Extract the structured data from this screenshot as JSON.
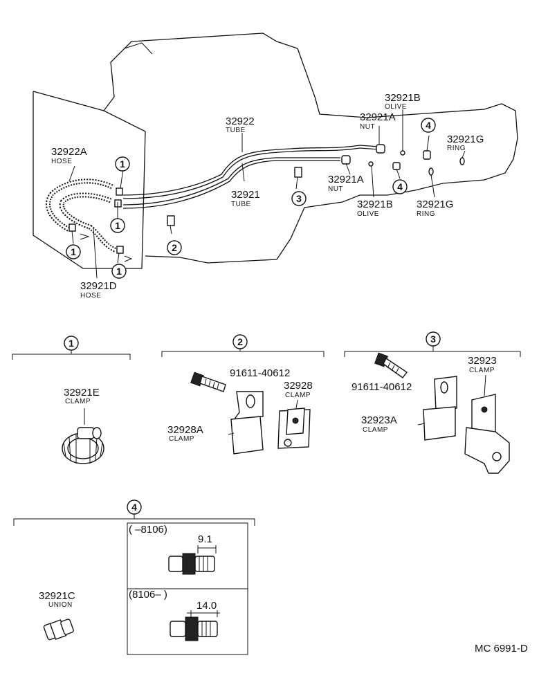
{
  "diagram": {
    "code": "MC 6991-D",
    "overview": {
      "labels": [
        {
          "id": "p32922",
          "part": "32922",
          "sub": "TUBE"
        },
        {
          "id": "p32921",
          "part": "32921",
          "sub": "TUBE"
        },
        {
          "id": "p32922A",
          "part": "32922A",
          "sub": "HOSE"
        },
        {
          "id": "p32921D",
          "part": "32921D",
          "sub": "HOSE"
        },
        {
          "id": "p32921A_top",
          "part": "32921A",
          "sub": "NUT"
        },
        {
          "id": "p32921A_bot",
          "part": "32921A",
          "sub": "NUT"
        },
        {
          "id": "p32921B_top",
          "part": "32921B",
          "sub": "OLIVE"
        },
        {
          "id": "p32921B_bot",
          "part": "32921B",
          "sub": "OLIVE"
        },
        {
          "id": "p32921G_top",
          "part": "32921G",
          "sub": "RING"
        },
        {
          "id": "p32921G_bot",
          "part": "32921G",
          "sub": "RING"
        }
      ],
      "callouts": [
        "1",
        "1",
        "1",
        "1",
        "2",
        "3",
        "4",
        "4"
      ]
    },
    "detail_groups": [
      {
        "callout": "1",
        "parts": [
          {
            "part": "32921E",
            "sub": "CLAMP"
          }
        ]
      },
      {
        "callout": "2",
        "parts": [
          {
            "part": "91611-40612",
            "sub": ""
          },
          {
            "part": "32928",
            "sub": "CLAMP"
          },
          {
            "part": "32928A",
            "sub": "CLAMP"
          }
        ]
      },
      {
        "callout": "3",
        "parts": [
          {
            "part": "91611-40612",
            "sub": ""
          },
          {
            "part": "32923",
            "sub": "CLAMP"
          },
          {
            "part": "32923A",
            "sub": "CLAMP"
          }
        ]
      },
      {
        "callout": "4",
        "parts": [
          {
            "part": "32921C",
            "sub": "UNION"
          }
        ],
        "variants": [
          {
            "range": "(      –8106)",
            "dim": "9.1"
          },
          {
            "range": "(8106–      )",
            "dim": "14.0"
          }
        ]
      }
    ]
  }
}
